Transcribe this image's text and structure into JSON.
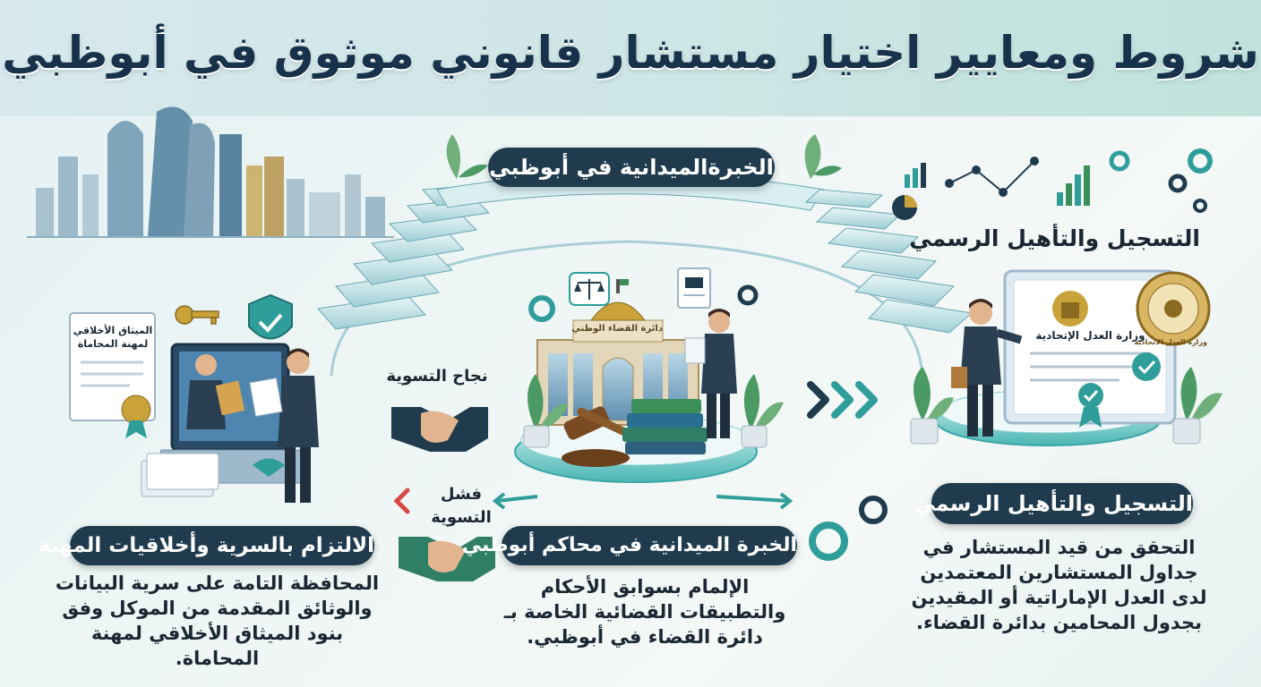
{
  "title": "شروط ومعايير اختيار مستشار قانوني موثوق في أبوظبي",
  "headings": {
    "top_field_experience": "الخبرةالميدانية في أبوظبي",
    "registration_side": "التسجيل والتأهيل الرسمي",
    "registration_pill": "التسجيل والتأهيل الرسمي",
    "courts_experience": "الخبرة الميدانية في محاكم أبوظبي",
    "confidentiality": "الالتزام بالسرية وأخلاقيات المهنة"
  },
  "descriptions": {
    "registration": "التحقق من قيد المستشار في جداول المستشارين المعتمدين لدى العدل الإماراتية أو المقيدين بجدول المحامين بدائرة القضاء.",
    "courts": "الإلمام بسوابق الأحكام والتطبيقات القضائية الخاصة بـ دائرة القضاء في أبوظبي.",
    "confidentiality": "المحافظة التامة على سرية البيانات والوثائق المقدمة من الموكل وفق بنود الميثاق الأخلاقي لمهنة المحاماة."
  },
  "labels": {
    "settlement_success": "نجاح التسوية",
    "settlement_failure": "فشل التسوية",
    "charter_doc": "الميثاق الأخلاقي لمهنة المحاماة",
    "court_building": "دائرة القضاء الوطني",
    "ministry_cert": "وزارة العدل الإتحادية",
    "seal_text": "وزارة العدل الاتحادية"
  },
  "colors": {
    "navy": "#1f3b4d",
    "teal": "#2f9e9a",
    "gold": "#c9a23a",
    "green": "#3d8f5a"
  },
  "icons": [
    "city-skyline-icon",
    "staircase-icon",
    "gear-icon",
    "bar-chart-icon",
    "line-chart-icon",
    "pie-chart-icon",
    "certificate-icon",
    "seal-icon",
    "handshake-icon",
    "gavel-icon",
    "books-icon",
    "key-icon",
    "shield-check-icon",
    "laptop-icon",
    "court-building-icon",
    "chevron-right-icon",
    "plant-icon"
  ]
}
